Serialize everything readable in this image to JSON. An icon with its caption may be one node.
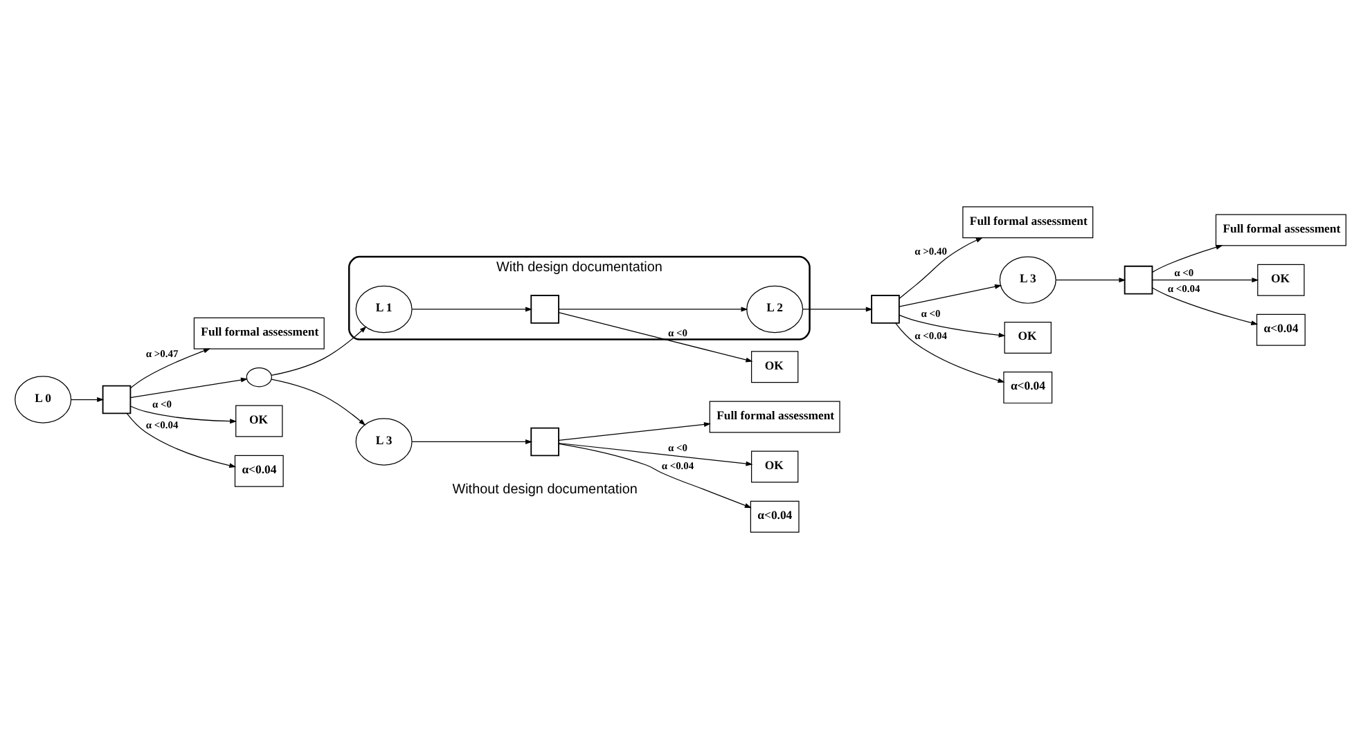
{
  "diagram": {
    "nodes": [
      {
        "text": [
          "Full formal assessment"
        ]
      },
      {
        "text": [
          "Full formal assessment"
        ]
      },
      {
        "text": [
          "Full formal assessment"
        ]
      },
      {
        "text": [
          "With design documentation"
        ]
      },
      {
        "text": [
          "L 0"
        ]
      },
      {
        "text": [],
        "shape": "box"
      },
      {
        "text": [],
        "shape": "ellipse"
      },
      {
        "text": [
          "L 1"
        ],
        "in": 3
      },
      {
        "text": [],
        "shape": "box",
        "in": 3
      },
      {
        "text": [
          "L 2"
        ],
        "in": 3
      },
      {
        "text": [],
        "shape": "box"
      },
      {
        "text": [
          "L 3"
        ]
      },
      {
        "text": [],
        "shape": "box"
      },
      {
        "text": [
          "OK"
        ]
      },
      {
        "text": [
          "α<0.04"
        ]
      },
      {
        "text": [
          "OK"
        ]
      },
      {
        "text": [
          "OK"
        ]
      },
      {
        "text": [
          "α<0.04"
        ]
      },
      {
        "text": [
          "OK"
        ]
      },
      {
        "text": [
          "α<0.04"
        ]
      },
      {
        "text": [
          "L 3"
        ]
      },
      {
        "text": [],
        "shape": "box"
      },
      {
        "text": [
          "Full formal assessment"
        ]
      },
      {
        "text": [
          "OK"
        ]
      },
      {
        "text": [
          "α<0.04"
        ]
      }
    ],
    "edges": [
      {
        "from": 4,
        "to": 5,
        "arrow": "to"
      },
      {
        "from": 5,
        "to": 0,
        "arrow": "to",
        "label": "α >0.47"
      },
      {
        "from": 5,
        "to": 6,
        "arrow": "to"
      },
      {
        "from": 5,
        "to": 13,
        "arrow": "to",
        "label": "α <0"
      },
      {
        "from": 5,
        "to": 14,
        "arrow": "to",
        "label": "α <0.04"
      },
      {
        "from": 6,
        "to": 7,
        "arrow": "to"
      },
      {
        "from": 7,
        "to": 8,
        "arrow": "to"
      },
      {
        "from": 8,
        "to": 9,
        "arrow": "to"
      },
      {
        "from": 8,
        "to": 15,
        "arrow": "to",
        "label": "α <0"
      },
      {
        "from": 9,
        "to": 10,
        "arrow": "to"
      },
      {
        "from": 10,
        "to": 1,
        "arrow": "to",
        "label": "α >0.40"
      },
      {
        "from": 10,
        "to": 11,
        "arrow": "to"
      },
      {
        "from": 10,
        "to": 16,
        "arrow": "to",
        "label": "α <0"
      },
      {
        "from": 10,
        "to": 17,
        "arrow": "to",
        "label": "α <0.04"
      },
      {
        "from": 11,
        "to": 12,
        "arrow": "to"
      },
      {
        "from": 12,
        "to": 2,
        "arrow": "to"
      },
      {
        "from": 12,
        "to": 18,
        "arrow": "to",
        "label": "α <0"
      },
      {
        "from": 12,
        "to": 19,
        "arrow": "to",
        "label": "α <0.04"
      },
      {
        "from": 6,
        "to": 20,
        "arrow": "to"
      },
      {
        "from": 20,
        "to": 21,
        "arrow": "to"
      },
      {
        "from": 21,
        "to": 22,
        "arrow": "to"
      },
      {
        "from": 21,
        "to": 23,
        "arrow": "to",
        "label": "α <0"
      },
      {
        "from": 21,
        "to": 24,
        "arrow": "to",
        "label": "α <0.04"
      }
    ],
    "labels": [
      "Without design documentation"
    ]
  }
}
